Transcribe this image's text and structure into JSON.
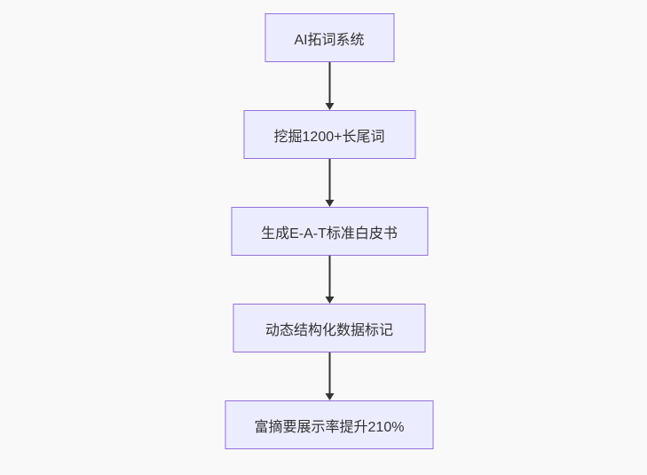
{
  "diagram": {
    "type": "flowchart",
    "direction": "top-to-bottom",
    "nodes": [
      {
        "id": "step-1",
        "label": "AI拓词系统"
      },
      {
        "id": "step-2",
        "label": "挖掘1200+长尾词"
      },
      {
        "id": "step-3",
        "label": "生成E-A-T标准白皮书"
      },
      {
        "id": "step-4",
        "label": "动态结构化数据标记"
      },
      {
        "id": "step-5",
        "label": "富摘要展示率提升210%"
      }
    ],
    "edges": [
      {
        "from": "step-1",
        "to": "step-2",
        "label": ""
      },
      {
        "from": "step-2",
        "to": "step-3",
        "label": ""
      },
      {
        "from": "step-3",
        "to": "step-4",
        "label": ""
      },
      {
        "from": "step-4",
        "to": "step-5",
        "label": ""
      }
    ],
    "colors": {
      "background": "#f9f9f9",
      "node_fill": "#ececff",
      "node_border": "#9370db",
      "edge": "#333333",
      "text": "#333333"
    }
  }
}
